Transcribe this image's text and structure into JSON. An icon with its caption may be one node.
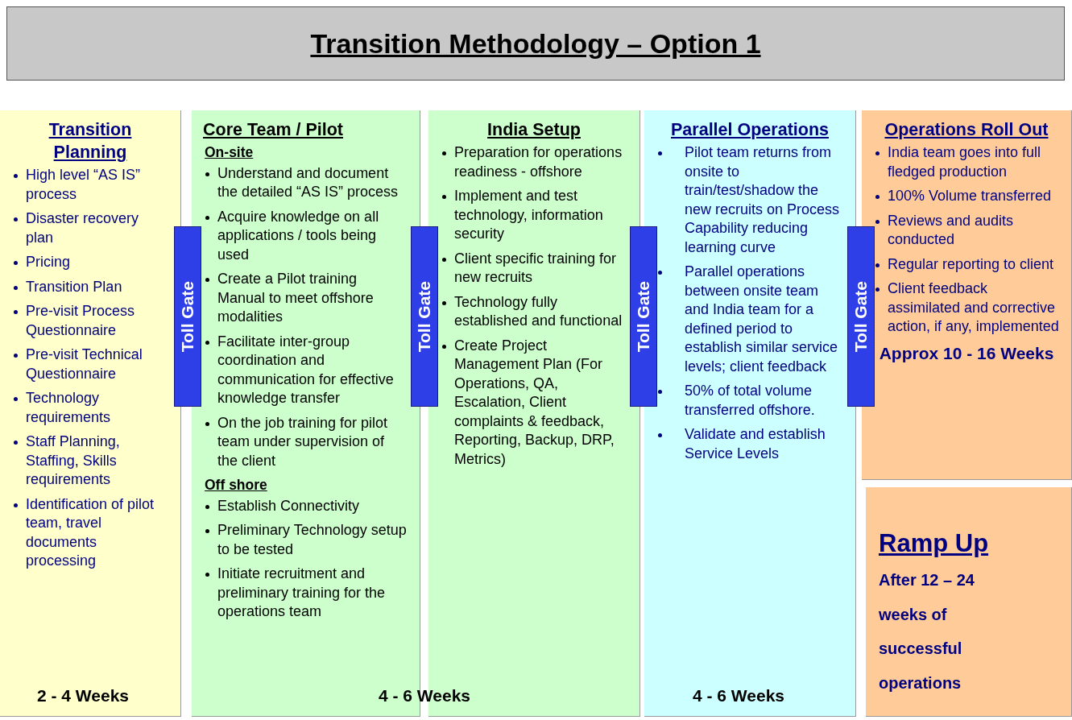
{
  "diagram": {
    "title": "Transition Methodology – Option 1",
    "nodes": [
      {
        "text": [
          "Transition Planning",
          "High level “AS IS” process",
          "Disaster recovery plan",
          "Pricing",
          "Transition Plan",
          "Pre-visit Process Questionnaire",
          "Pre-visit Technical Questionnaire",
          "Technology requirements",
          "Staff Planning, Staffing, Skills requirements",
          "Identification of pilot team, travel documents processing"
        ]
      },
      {
        "text": [
          "Toll Gate"
        ]
      },
      {
        "text": [
          "Core Team / Pilot",
          "On-site",
          "Understand and document the detailed “AS IS” process",
          "Acquire knowledge on all applications / tools being used",
          "Create a Pilot training Manual to meet offshore modalities",
          "Facilitate inter-group coordination and communication for effective knowledge transfer",
          "On the job training for pilot team under supervision of the client",
          "Off shore",
          "Establish Connectivity",
          "Preliminary Technology setup to be tested",
          "Initiate recruitment and preliminary training for the operations team"
        ]
      },
      {
        "text": [
          "Toll Gate"
        ]
      },
      {
        "text": [
          "India Setup",
          "Preparation for operations readiness - offshore",
          "Implement and test technology, information security",
          "Client specific training for new recruits",
          "Technology fully established and functional",
          "Create Project Management Plan (For Operations, QA, Escalation, Client complaints & feedback, Reporting, Backup, DRP, Metrics)"
        ]
      },
      {
        "text": [
          "Toll Gate"
        ]
      },
      {
        "text": [
          "Parallel Operations",
          "Pilot team returns from onsite to train/test/shadow the new recruits on Process Capability reducing learning curve",
          "Parallel operations between onsite team and India team for a defined period to establish similar service levels; client feedback",
          "50% of total volume transferred offshore.",
          "Validate and establish Service Levels"
        ]
      },
      {
        "text": [
          "Toll Gate"
        ]
      },
      {
        "text": [
          "Operations Roll Out",
          "India team goes into full fledged production",
          "100% Volume transferred",
          "Reviews and audits conducted",
          "Regular reporting to client",
          "Client feedback assimilated and corrective action, if any, implemented",
          "Approx 10 - 16 Weeks"
        ]
      },
      {
        "text": [
          "Ramp Up",
          "After 12 – 24 weeks of successful operations"
        ]
      }
    ],
    "labels": [
      "2 - 4 Weeks",
      "4 - 6 Weeks",
      "4 - 6 Weeks"
    ]
  }
}
